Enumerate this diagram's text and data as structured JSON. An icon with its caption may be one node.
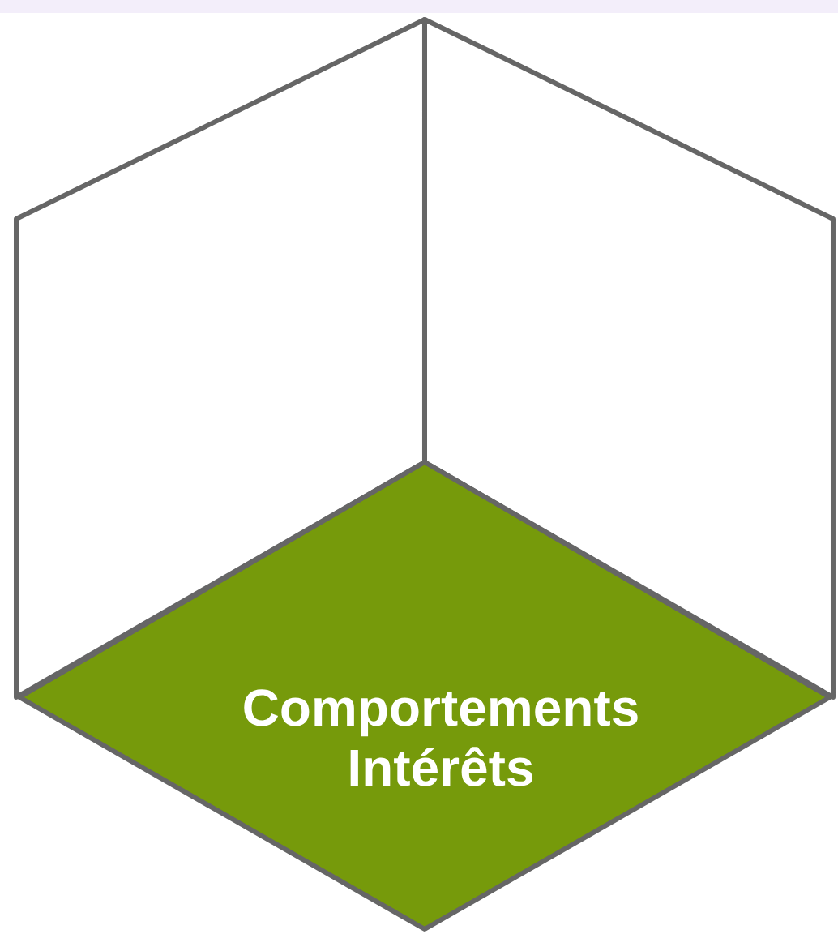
{
  "diagram": {
    "nodes": [
      {
        "text": [],
        "shape": "box"
      },
      {
        "text": [],
        "shape": "box"
      },
      {
        "text": [
          "Comportements",
          "Intérêts"
        ]
      }
    ]
  }
}
